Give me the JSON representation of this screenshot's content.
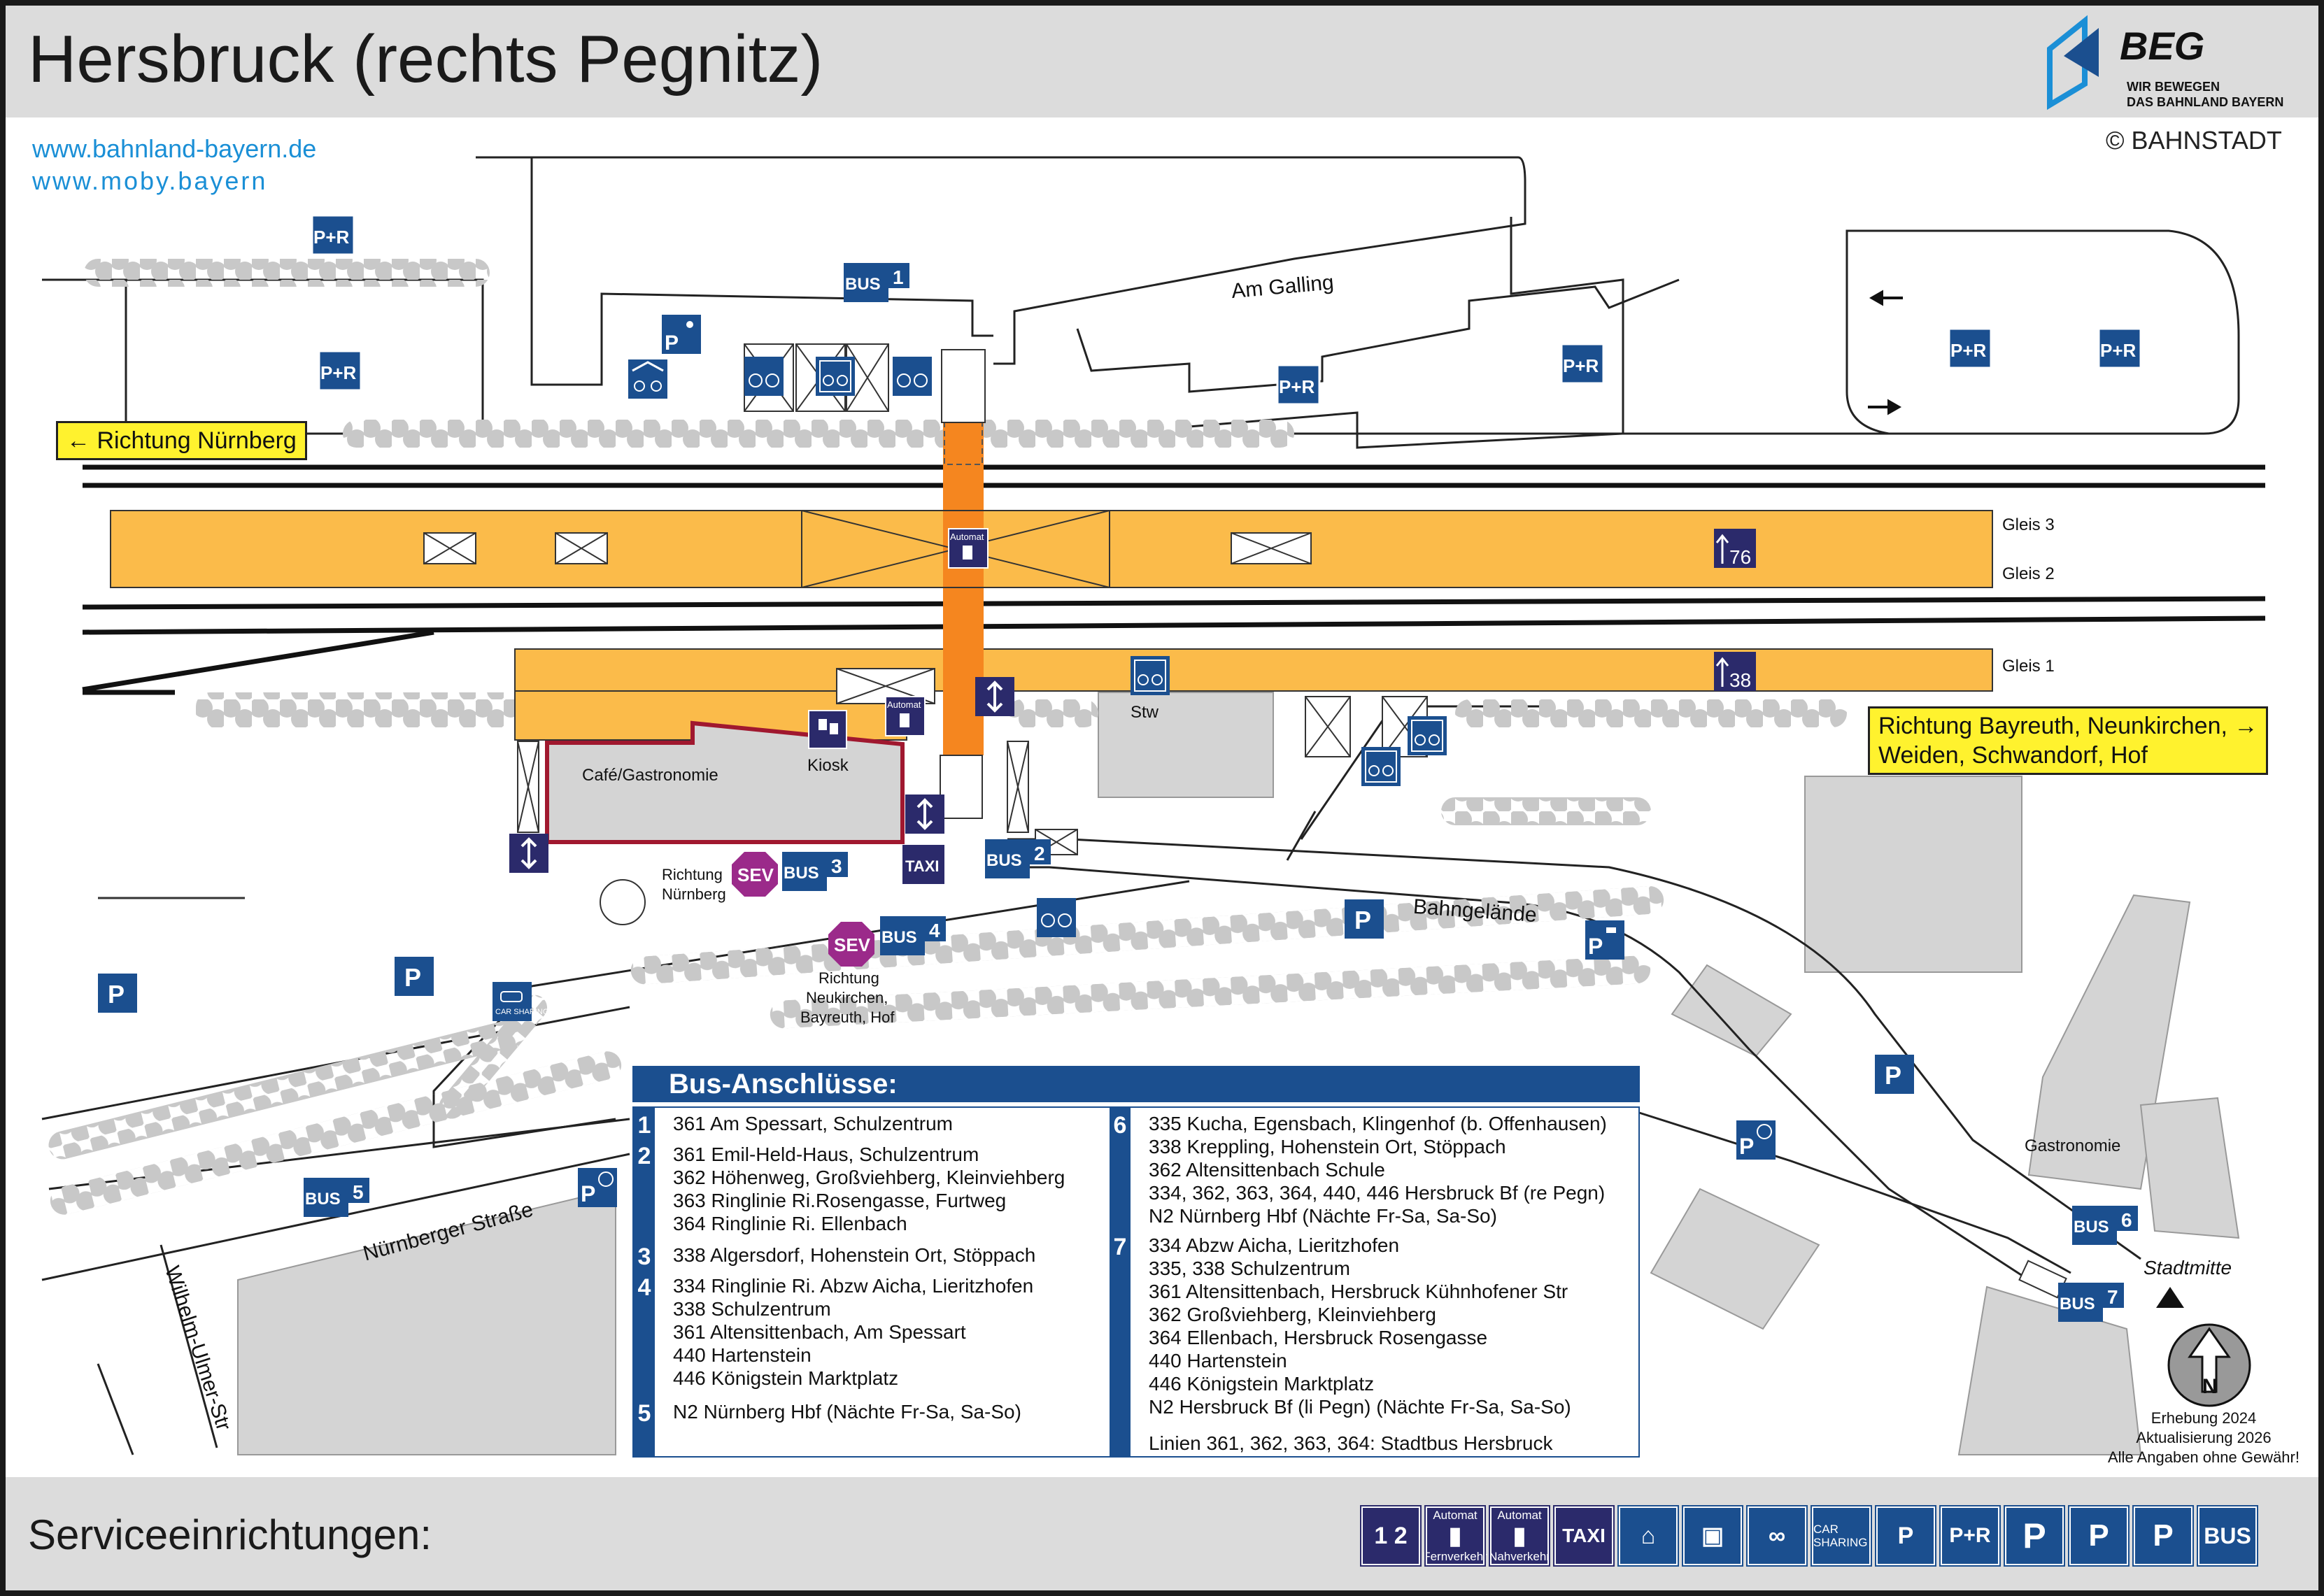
{
  "title": "Hersbruck (rechts Pegnitz)",
  "logo": {
    "name": "BEG",
    "tagline1": "WIR BEWEGEN",
    "tagline2": "DAS BAHNLAND BAYERN"
  },
  "urls": [
    "www.bahnland-bayern.de",
    "www.moby.bayern"
  ],
  "copyright": "© BAHNSTADT",
  "directions": {
    "west": "Richtung Nürnberg",
    "east_line1": "Richtung Bayreuth, Neunkirchen,",
    "east_line2": "Weiden, Schwandorf, Hof"
  },
  "labels": {
    "street_north": "Am Galling",
    "street_south": "Bahngelände",
    "street_nurnberger": "Nürnberger Straße",
    "street_ulmer": "Wilhelm-Ulmer-Str",
    "gleis3": "Gleis 3",
    "gleis2": "Gleis 2",
    "gleis1": "Gleis 1",
    "cafe": "Café/Gastronomie",
    "kiosk": "Kiosk",
    "stw": "Stw",
    "gastronomie": "Gastronomie",
    "stadtmitte": "Stadtmitte",
    "sev1_line1": "Richtung",
    "sev1_line2": "Nürnberg",
    "sev2_line1": "Richtung",
    "sev2_line2": "Neukirchen,",
    "sev2_line3": "Bayreuth, Hof",
    "automat": "Automat",
    "taxi": "TAXI",
    "sev": "SEV",
    "bus": "BUS",
    "pr": "P+R",
    "p": "P",
    "car_sharing": "CAR SHARING",
    "n": "N",
    "height76": "76",
    "height38": "38"
  },
  "bus_stops": {
    "s1": "1",
    "s2": "2",
    "s3": "3",
    "s4": "4",
    "s5": "5",
    "s6": "6",
    "s7": "7"
  },
  "bus_panel": {
    "title": "Bus-Anschlüsse:",
    "left": [
      {
        "num": "1",
        "lines": [
          "361 Am Spessart, Schulzentrum"
        ]
      },
      {
        "num": "2",
        "lines": [
          "361 Emil-Held-Haus, Schulzentrum",
          "362 Höhenweg, Großviehberg, Kleinviehberg",
          "363 Ringlinie Ri.Rosengasse, Furtweg",
          "364 Ringlinie Ri. Ellenbach"
        ]
      },
      {
        "num": "3",
        "lines": [
          "338 Algersdorf, Hohenstein Ort, Stöppach"
        ]
      },
      {
        "num": "4",
        "lines": [
          "334 Ringlinie Ri. Abzw Aicha, Lieritzhofen",
          "338 Schulzentrum",
          "361 Altensittenbach, Am Spessart",
          "440 Hartenstein",
          "446 Königstein Marktplatz"
        ]
      },
      {
        "num": "5",
        "lines": [
          "N2 Nürnberg Hbf (Nächte Fr-Sa, Sa-So)"
        ]
      }
    ],
    "right": [
      {
        "num": "6",
        "lines": [
          "335 Kucha, Egensbach, Klingenhof (b. Offenhausen)",
          "338 Kreppling, Hohenstein Ort, Stöppach",
          "362 Altensittenbach Schule",
          "334, 362, 363, 364, 440, 446 Hersbruck Bf (re Pegn)",
          "N2 Nürnberg Hbf (Nächte Fr-Sa, Sa-So)"
        ]
      },
      {
        "num": "7",
        "lines": [
          "334 Abzw Aicha, Lieritzhofen",
          "335, 338 Schulzentrum",
          "361 Altensittenbach, Hersbruck Kühnhofener Str",
          "362 Großviehberg, Kleinviehberg",
          "364 Ellenbach, Hersbruck Rosengasse",
          "440 Hartenstein",
          "446 Königstein Marktplatz",
          "N2 Hersbruck Bf (li Pegn) (Nächte Fr-Sa, Sa-So)"
        ]
      }
    ],
    "footnote": "Linien 361, 362, 363, 364: Stadtbus Hersbruck"
  },
  "survey": {
    "line1": "Erhebung 2024",
    "line2": "Aktualisierung 2026",
    "line3": "Alle Angaben ohne Gewähr!"
  },
  "services": {
    "title": "Serviceeinrichtungen:",
    "items": [
      {
        "icon": "ticket-counter-icon",
        "label": "1 2"
      },
      {
        "icon": "ticket-machine-long-distance-icon",
        "label": "Automat",
        "sub": "Fernverkehr"
      },
      {
        "icon": "ticket-machine-regional-icon",
        "label": "Automat",
        "sub": "Nahverkehr"
      },
      {
        "icon": "taxi-icon",
        "label": "TAXI"
      },
      {
        "icon": "covered-bike-parking-icon",
        "label": ""
      },
      {
        "icon": "bike-box-icon",
        "label": ""
      },
      {
        "icon": "bike-parking-icon",
        "label": ""
      },
      {
        "icon": "car-sharing-icon",
        "label": "CAR SHARING"
      },
      {
        "icon": "disabled-parking-icon",
        "label": "P"
      },
      {
        "icon": "park-and-ride-icon",
        "label": "P+R"
      },
      {
        "icon": "parking-icon",
        "label": "P"
      },
      {
        "icon": "short-term-parking-icon",
        "label": "P"
      },
      {
        "icon": "ev-charging-parking-icon",
        "label": "P"
      },
      {
        "icon": "bus-icon",
        "label": "BUS"
      }
    ]
  },
  "colors": {
    "platform": "#fbbb4a",
    "bridge": "#f5861f",
    "blue": "#1b4f8f",
    "dark": "#2b2a6b",
    "sev": "#9b2a8a",
    "cafe_border": "#a0182f",
    "bush": "#c8c8c8",
    "yellow": "#fff22e",
    "building": "#d4d4d4"
  }
}
